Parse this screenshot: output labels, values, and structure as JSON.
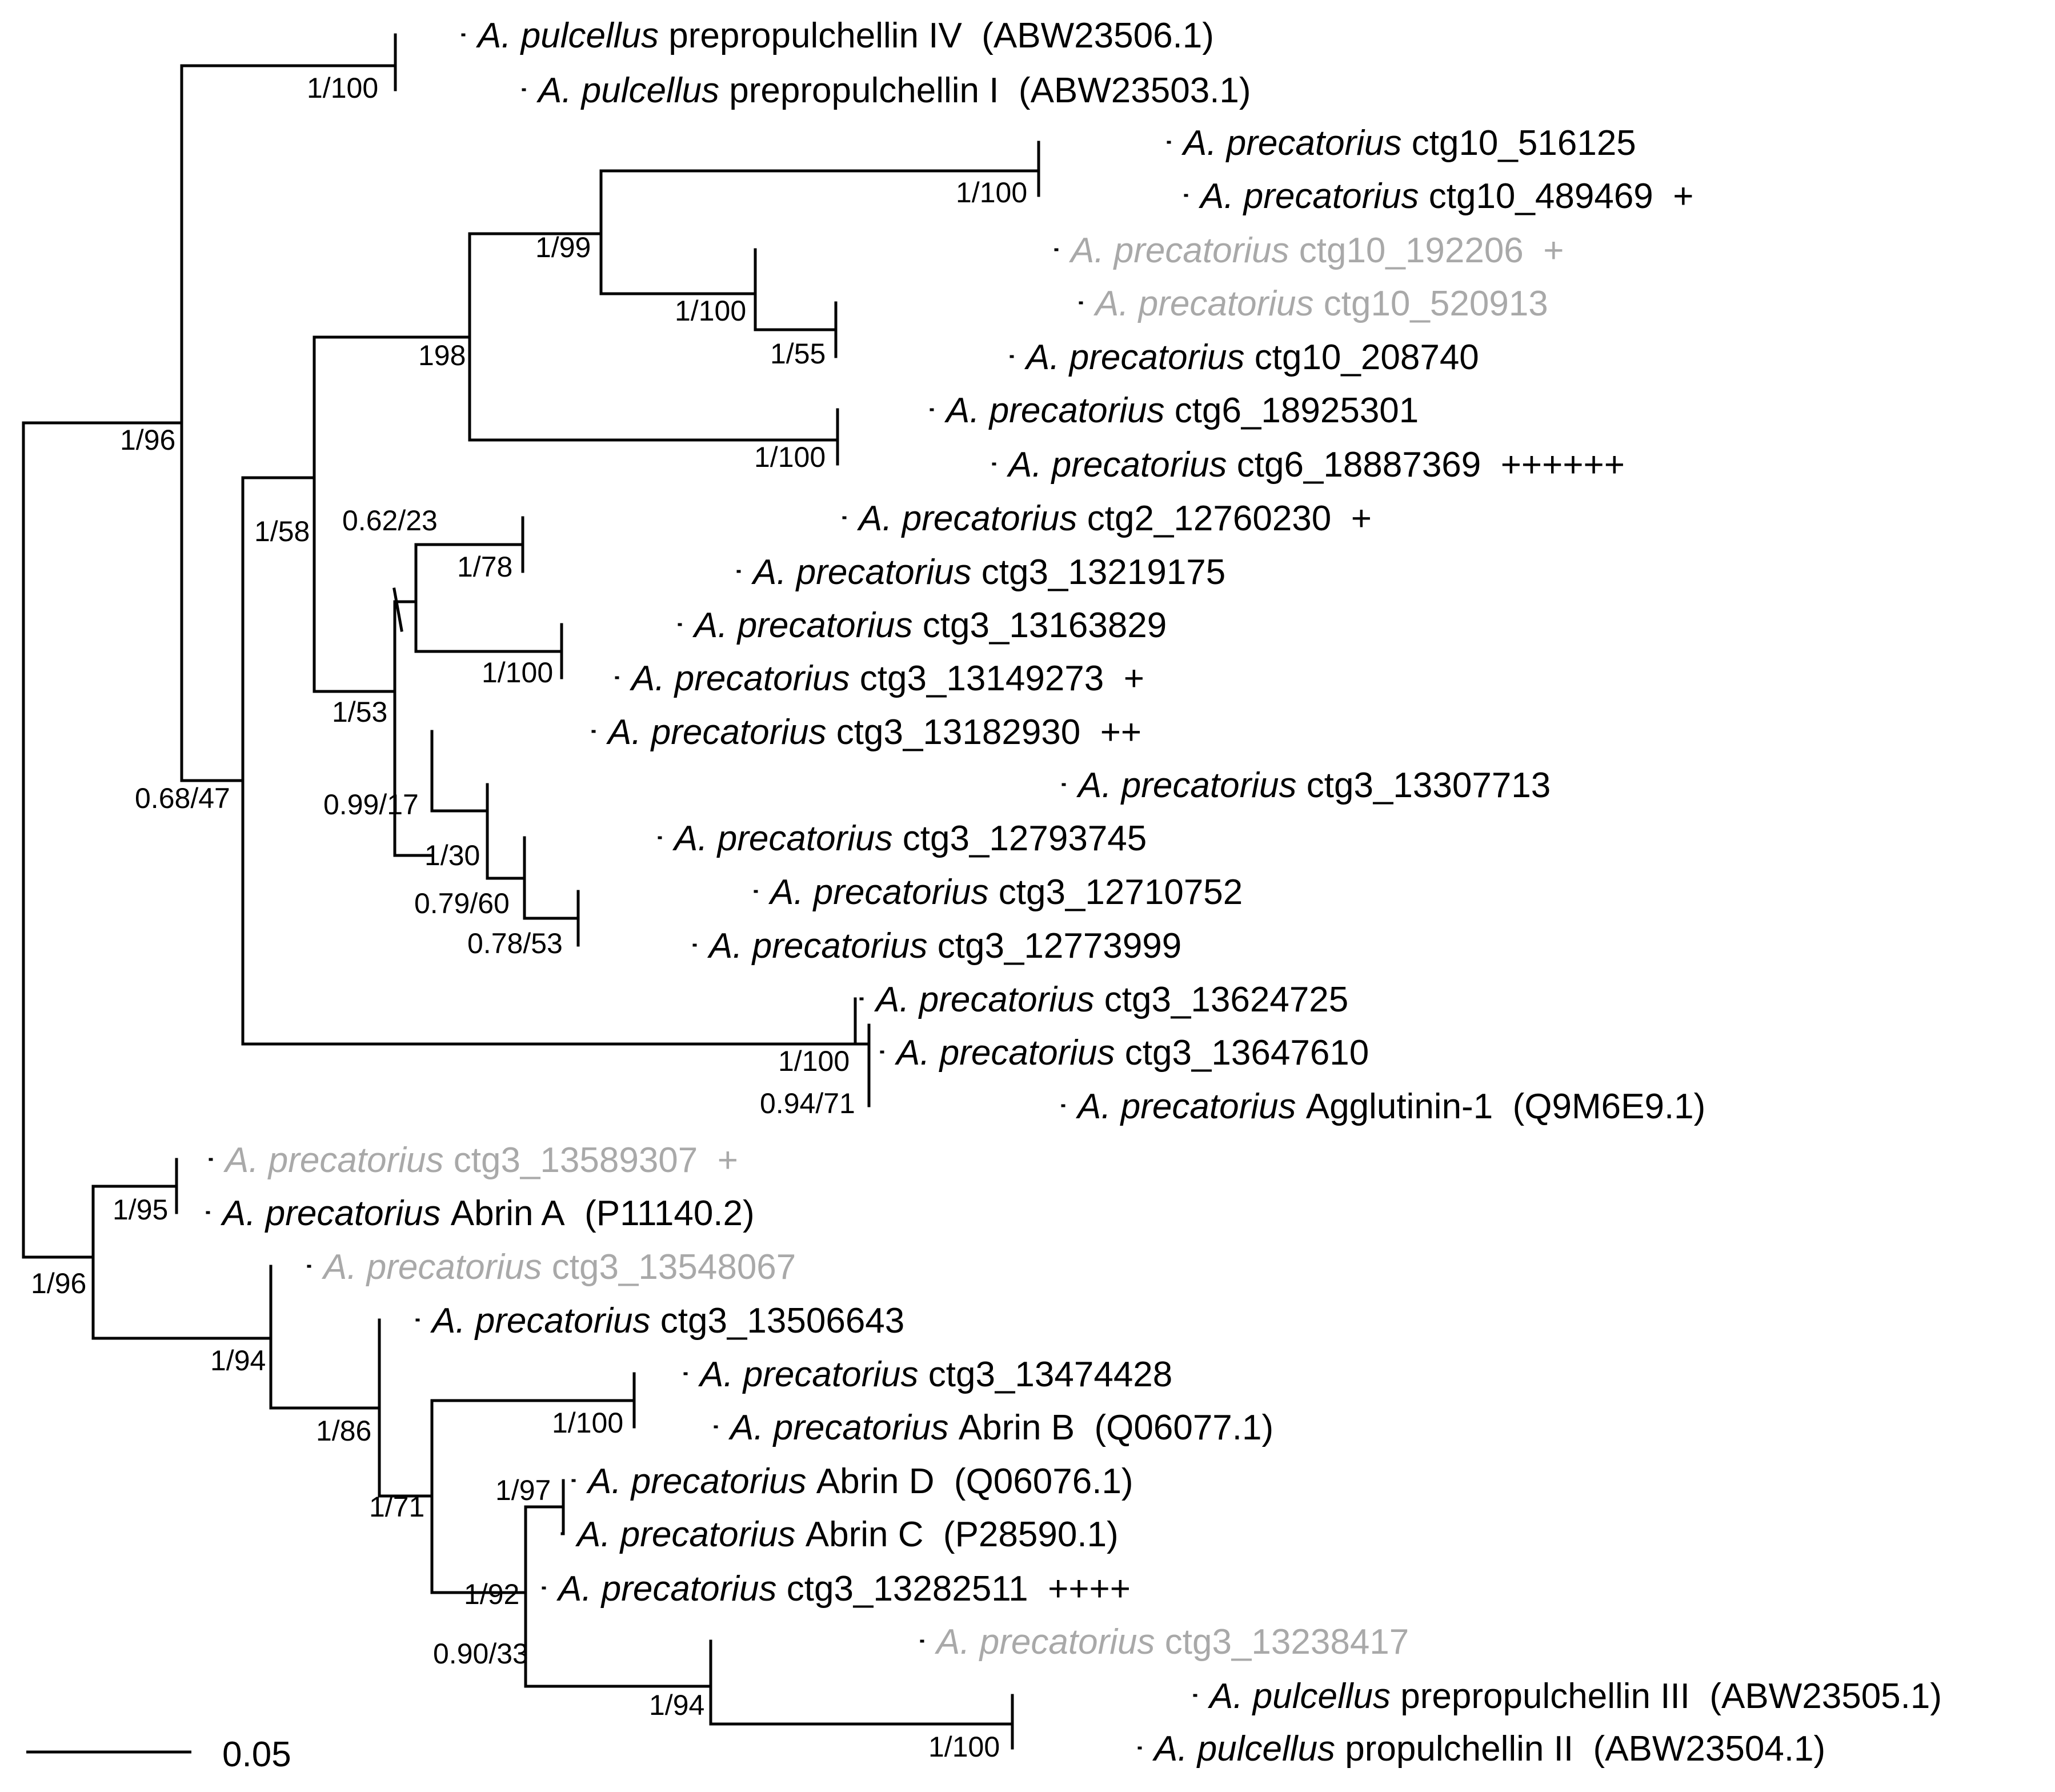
{
  "tree": {
    "taxa": [
      {
        "genus": "A. pulcellus",
        "name": "prepropulchellin IV",
        "accession": "(ABW23506.1)",
        "marks": "",
        "grey": false
      },
      {
        "genus": "A. pulcellus",
        "name": "prepropulchellin I",
        "accession": "(ABW23503.1)",
        "marks": "",
        "grey": false
      },
      {
        "genus": "A. precatorius",
        "name": "ctg10_516125",
        "accession": "",
        "marks": "",
        "grey": false
      },
      {
        "genus": "A. precatorius",
        "name": "ctg10_489469",
        "accession": "",
        "marks": "+",
        "grey": false
      },
      {
        "genus": "A. precatorius",
        "name": "ctg10_192206",
        "accession": "",
        "marks": "+",
        "grey": true
      },
      {
        "genus": "A. precatorius",
        "name": "ctg10_520913",
        "accession": "",
        "marks": "",
        "grey": true
      },
      {
        "genus": "A. precatorius",
        "name": "ctg10_208740",
        "accession": "",
        "marks": "",
        "grey": false
      },
      {
        "genus": "A. precatorius",
        "name": "ctg6_18925301",
        "accession": "",
        "marks": "",
        "grey": false
      },
      {
        "genus": "A. precatorius",
        "name": "ctg6_18887369",
        "accession": "",
        "marks": "++++++",
        "grey": false
      },
      {
        "genus": "A. precatorius",
        "name": "ctg2_12760230",
        "accession": "",
        "marks": "+",
        "grey": false
      },
      {
        "genus": "A. precatorius",
        "name": "ctg3_13219175",
        "accession": "",
        "marks": "",
        "grey": false
      },
      {
        "genus": "A. precatorius",
        "name": "ctg3_13163829",
        "accession": "",
        "marks": "",
        "grey": false
      },
      {
        "genus": "A. precatorius",
        "name": "ctg3_13149273",
        "accession": "",
        "marks": "+",
        "grey": false
      },
      {
        "genus": "A. precatorius",
        "name": "ctg3_13182930",
        "accession": "",
        "marks": "++",
        "grey": false
      },
      {
        "genus": "A. precatorius",
        "name": "ctg3_13307713",
        "accession": "",
        "marks": "",
        "grey": false
      },
      {
        "genus": "A. precatorius",
        "name": "ctg3_12793745",
        "accession": "",
        "marks": "",
        "grey": false
      },
      {
        "genus": "A. precatorius",
        "name": "ctg3_12710752",
        "accession": "",
        "marks": "",
        "grey": false
      },
      {
        "genus": "A. precatorius",
        "name": "ctg3_12773999",
        "accession": "",
        "marks": "",
        "grey": false
      },
      {
        "genus": "A. precatorius",
        "name": "ctg3_13624725",
        "accession": "",
        "marks": "",
        "grey": false
      },
      {
        "genus": "A. precatorius",
        "name": "ctg3_13647610",
        "accession": "",
        "marks": "",
        "grey": false
      },
      {
        "genus": "A. precatorius",
        "name": "Agglutinin-1",
        "accession": "(Q9M6E9.1)",
        "marks": "",
        "grey": false
      },
      {
        "genus": "A. precatorius",
        "name": "ctg3_13589307",
        "accession": "",
        "marks": "+",
        "grey": true
      },
      {
        "genus": "A. precatorius",
        "name": "Abrin A",
        "accession": "(P11140.2)",
        "marks": "",
        "grey": false
      },
      {
        "genus": "A. precatorius",
        "name": "ctg3_13548067",
        "accession": "",
        "marks": "",
        "grey": true
      },
      {
        "genus": "A. precatorius",
        "name": "ctg3_13506643",
        "accession": "",
        "marks": "",
        "grey": false
      },
      {
        "genus": "A. precatorius",
        "name": "ctg3_13474428",
        "accession": "",
        "marks": "",
        "grey": false
      },
      {
        "genus": "A. precatorius",
        "name": "Abrin B",
        "accession": "(Q06077.1)",
        "marks": "",
        "grey": false
      },
      {
        "genus": "A. precatorius",
        "name": "Abrin D",
        "accession": "(Q06076.1)",
        "marks": "",
        "grey": false
      },
      {
        "genus": "A. precatorius",
        "name": "Abrin C",
        "accession": "(P28590.1)",
        "marks": "",
        "grey": false
      },
      {
        "genus": "A. precatorius",
        "name": "ctg3_13282511",
        "accession": "",
        "marks": "++++",
        "grey": false
      },
      {
        "genus": "A. precatorius",
        "name": "ctg3_13238417",
        "accession": "",
        "marks": "",
        "grey": true
      },
      {
        "genus": "A. pulcellus",
        "name": "prepropulchellin III",
        "accession": "(ABW23505.1)",
        "marks": "",
        "grey": false
      },
      {
        "genus": "A. pulcellus",
        "name": "propulchellin II",
        "accession": "(ABW23504.1)",
        "marks": "",
        "grey": false
      }
    ],
    "support_values": [
      "1/100",
      "1/100",
      "1/99",
      "1/100",
      "1/55",
      "198",
      "1/100",
      "1/96",
      "1/58",
      "0.62/23",
      "1/78",
      "1/100",
      "1/53",
      "0.68/47",
      "0.99/17",
      "1/30",
      "0.79/60",
      "0.78/53",
      "1/100",
      "0.94/71",
      "1/95",
      "1/96",
      "1/94",
      "1/86",
      "1/100",
      "1/71",
      "1/97",
      "1/92",
      "0.90/33",
      "1/94",
      "1/100"
    ],
    "scale_bar": {
      "label": "0.05"
    },
    "colors": {
      "line": "#000000",
      "text": "#000000",
      "grey_text": "#a9a9a9"
    }
  }
}
